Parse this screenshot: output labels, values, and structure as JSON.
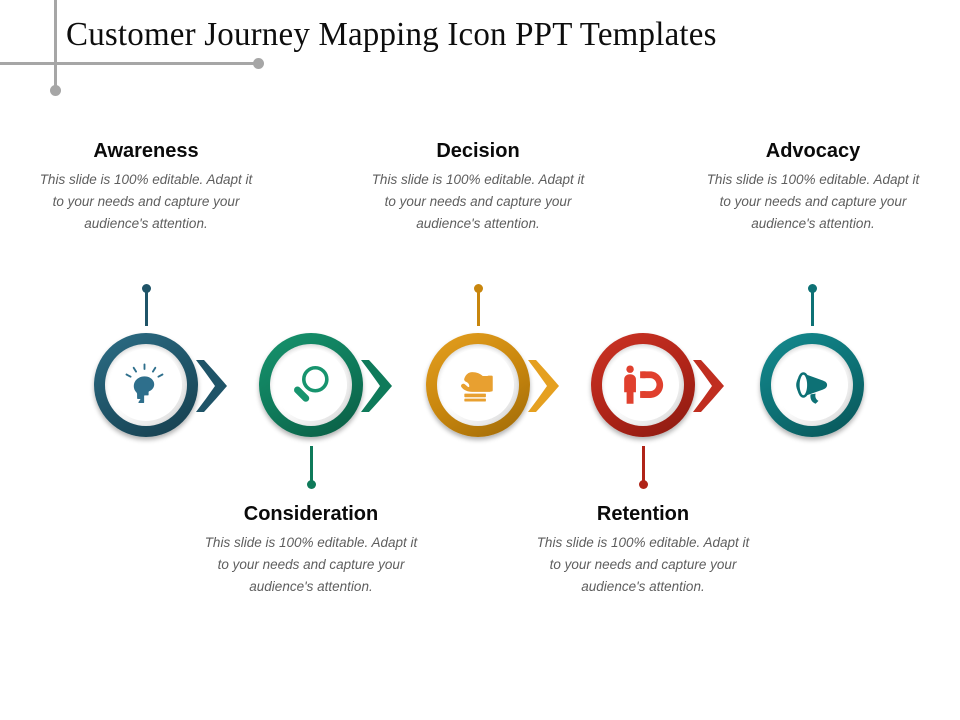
{
  "slide": {
    "title": "Customer Journey Mapping Icon PPT Templates",
    "background_color": "#ffffff",
    "title_color": "#0d0d0d",
    "rule_color": "#a6a6a6"
  },
  "body_text": "This slide is 100% editable. Adapt it to your needs and capture your audience's attention.",
  "stages": [
    {
      "index": 1,
      "label": "Awareness",
      "body": "This slide is 100% editable. Adapt it to your needs and capture your audience's attention.",
      "icon": "head-idea-icon",
      "color": "#1f5468",
      "color_dark": "#173e4d",
      "color_light": "#2d6e86",
      "callout_position": "above",
      "has_chevron": true
    },
    {
      "index": 2,
      "label": "Consideration",
      "body": "This slide is 100% editable. Adapt it to your needs and capture your audience's attention.",
      "icon": "magnifier-icon",
      "color": "#0f7a5a",
      "color_dark": "#0a5b43",
      "color_light": "#17946e",
      "callout_position": "below",
      "has_chevron": true
    },
    {
      "index": 3,
      "label": "Decision",
      "body": "This slide is 100% editable. Adapt it to your needs and capture your audience's attention.",
      "icon": "hand-card-icon",
      "color": "#c8860d",
      "color_dark": "#9e6a08",
      "color_light": "#e5a020",
      "callout_position": "above",
      "has_chevron": true
    },
    {
      "index": 4,
      "label": "Retention",
      "body": "This slide is 100% editable. Adapt it to your needs and capture your audience's attention.",
      "icon": "magnet-person-icon",
      "color": "#b02418",
      "color_dark": "#8a1a11",
      "color_light": "#cc3425",
      "callout_position": "below",
      "has_chevron": true
    },
    {
      "index": 5,
      "label": "Advocacy",
      "body": "This slide is 100% editable. Adapt it to your needs and capture your audience's attention.",
      "icon": "megaphone-icon",
      "color": "#0d7175",
      "color_dark": "#095457",
      "color_light": "#148b90",
      "callout_position": "above",
      "has_chevron": false
    }
  ]
}
